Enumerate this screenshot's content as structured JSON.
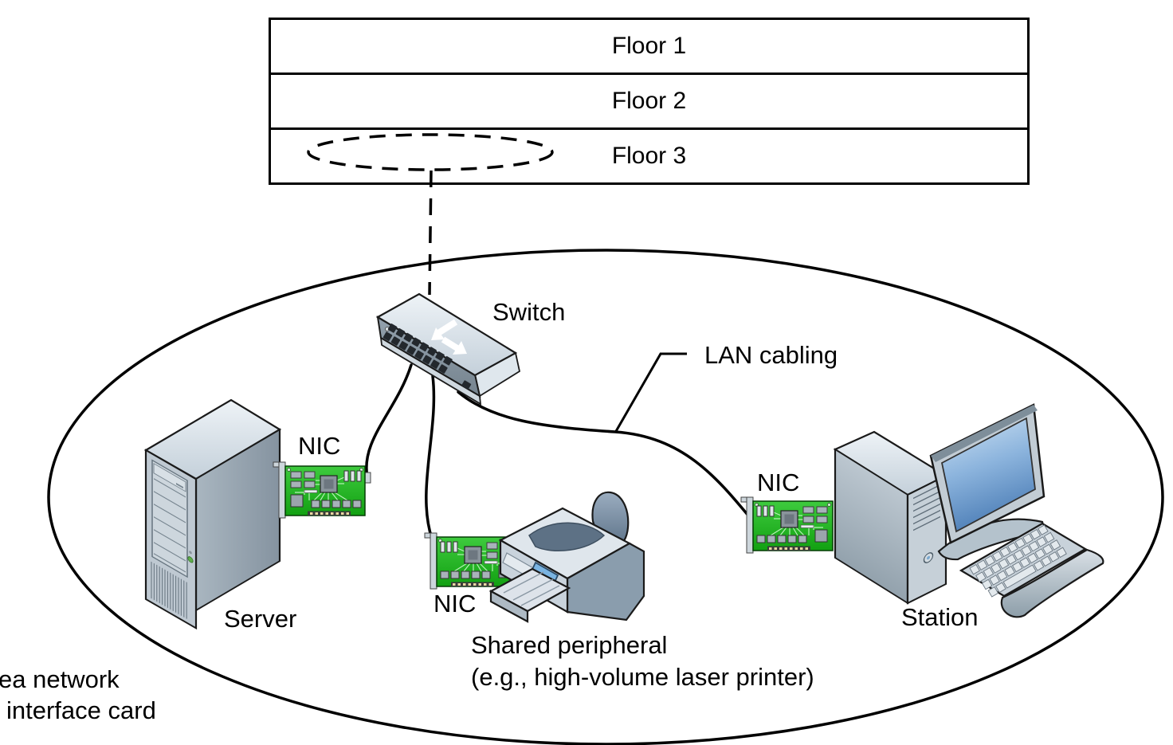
{
  "building": {
    "floors": [
      "Floor 1",
      "Floor 2",
      "Floor 3"
    ]
  },
  "network": {
    "switch_label": "Switch",
    "lan_cabling_label": "LAN cabling",
    "server": {
      "label": "Server",
      "nic_label": "NIC"
    },
    "shared_peripheral": {
      "label_line1": "Shared peripheral",
      "label_line2": "(e.g., high-volume laser printer)",
      "nic_label": "NIC"
    },
    "station": {
      "label": "Station",
      "nic_label": "NIC"
    }
  },
  "legend": {
    "line1": "ea network",
    "line2": "interface card"
  },
  "colors": {
    "nic_green": "#1fb41f",
    "chassis_gray": "#c3cdd5",
    "screen_blue": "#6b97c8",
    "line_black": "#000000",
    "background": "#ffffff"
  }
}
